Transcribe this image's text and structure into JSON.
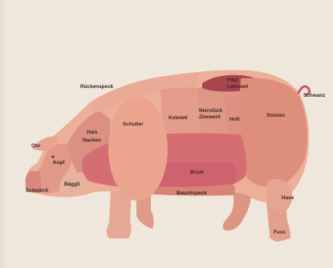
{
  "diagram": {
    "cuts": [
      {
        "key": "ohr",
        "lines": [
          "Ohr"
        ]
      },
      {
        "key": "kopf",
        "lines": [
          "Kopf"
        ]
      },
      {
        "key": "schnoerrli",
        "lines": [
          "Schnörrli"
        ]
      },
      {
        "key": "baeckli",
        "lines": [
          "Bäggli"
        ]
      },
      {
        "key": "hals_nacken",
        "lines": [
          "Hals",
          "Nacken"
        ]
      },
      {
        "key": "rueckenspeck",
        "lines": [
          "Rückenspeck"
        ]
      },
      {
        "key": "schulter",
        "lines": [
          "Schulter"
        ]
      },
      {
        "key": "kotelett",
        "lines": [
          "Kotelett"
        ]
      },
      {
        "key": "nierstueck",
        "lines": [
          "Nierstück",
          "Zimmerli"
        ]
      },
      {
        "key": "hoft",
        "lines": [
          "Hoft"
        ]
      },
      {
        "key": "filet",
        "lines": [
          "Filet",
          "Lümmeli"
        ]
      },
      {
        "key": "schwanz",
        "lines": [
          "Schwanz"
        ]
      },
      {
        "key": "stotzen",
        "lines": [
          "Stotzen"
        ]
      },
      {
        "key": "brust",
        "lines": [
          "Brust"
        ]
      },
      {
        "key": "bauchspeck",
        "lines": [
          "Bauchspeck"
        ]
      },
      {
        "key": "haxe",
        "lines": [
          "Haxe"
        ]
      },
      {
        "key": "fuss",
        "lines": [
          "Fuss"
        ]
      }
    ],
    "colors": {
      "background": "#efe7dc",
      "light_pink": "#ecaf98",
      "salmon": "#de8f7c",
      "rose": "#d56e73",
      "deep_rose": "#c8596a",
      "filet_red": "#a8444f",
      "label": "#3b2620"
    }
  }
}
